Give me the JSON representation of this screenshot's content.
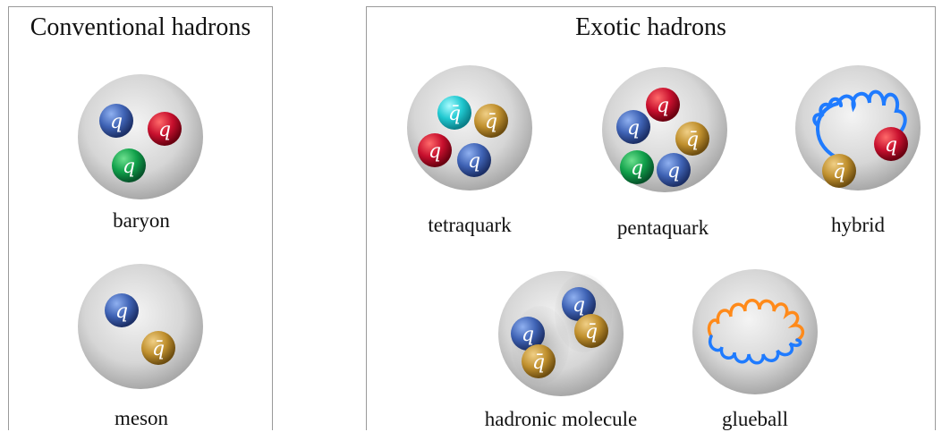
{
  "colors": {
    "red": "#c8102e",
    "blue": "#3f63b5",
    "green": "#10a04a",
    "cyan": "#20c8d0",
    "gold": "#c0902e",
    "gluon_blue": "#1f7bff",
    "gluon_orange": "#ff8a1a",
    "sphere": "#c9c9c9"
  },
  "quark_symbols": {
    "quark": "q",
    "antiquark": "q̄"
  },
  "conventional": {
    "title": "Conventional hadrons",
    "baryon": "baryon",
    "meson": "meson"
  },
  "exotic": {
    "title": "Exotic hadrons",
    "tetraquark": "tetraquark",
    "pentaquark": "pentaquark",
    "hybrid": "hybrid",
    "hadronic_molecule": "hadronic molecule",
    "glueball": "glueball"
  }
}
